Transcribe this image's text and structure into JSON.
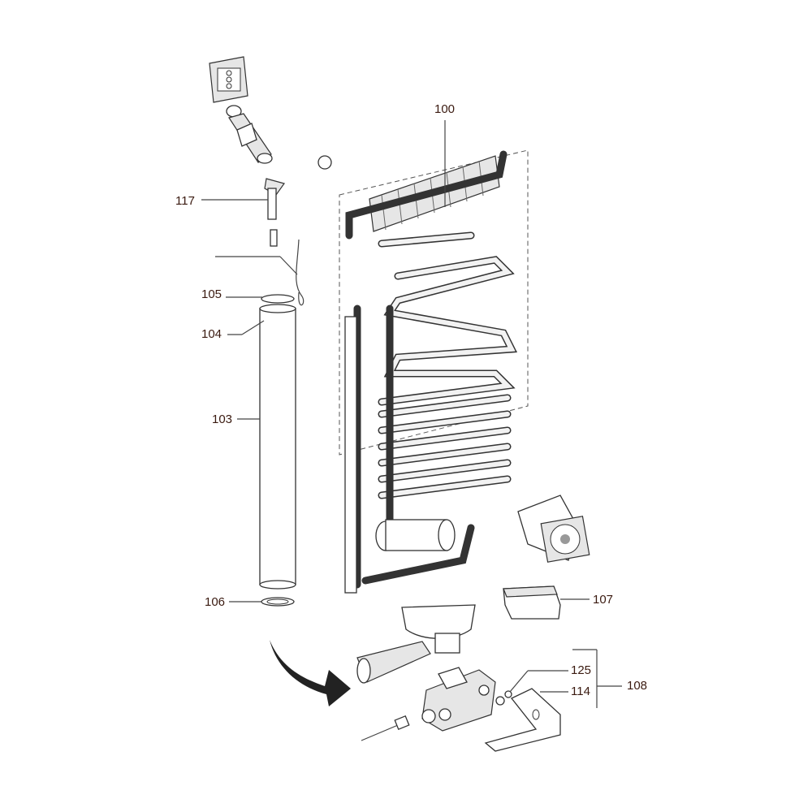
{
  "callouts": [
    {
      "id": "100",
      "text": "100"
    },
    {
      "id": "117",
      "text": "117"
    },
    {
      "id": "105",
      "text": "105"
    },
    {
      "id": "104",
      "text": "104"
    },
    {
      "id": "103",
      "text": "103"
    },
    {
      "id": "106",
      "text": "106"
    },
    {
      "id": "107",
      "text": "107"
    },
    {
      "id": "125",
      "text": "125"
    },
    {
      "id": "114",
      "text": "114"
    },
    {
      "id": "108",
      "text": "108"
    }
  ],
  "colors": {
    "line": "#333333",
    "label": "#3a1a10",
    "arrow": "#222222"
  }
}
